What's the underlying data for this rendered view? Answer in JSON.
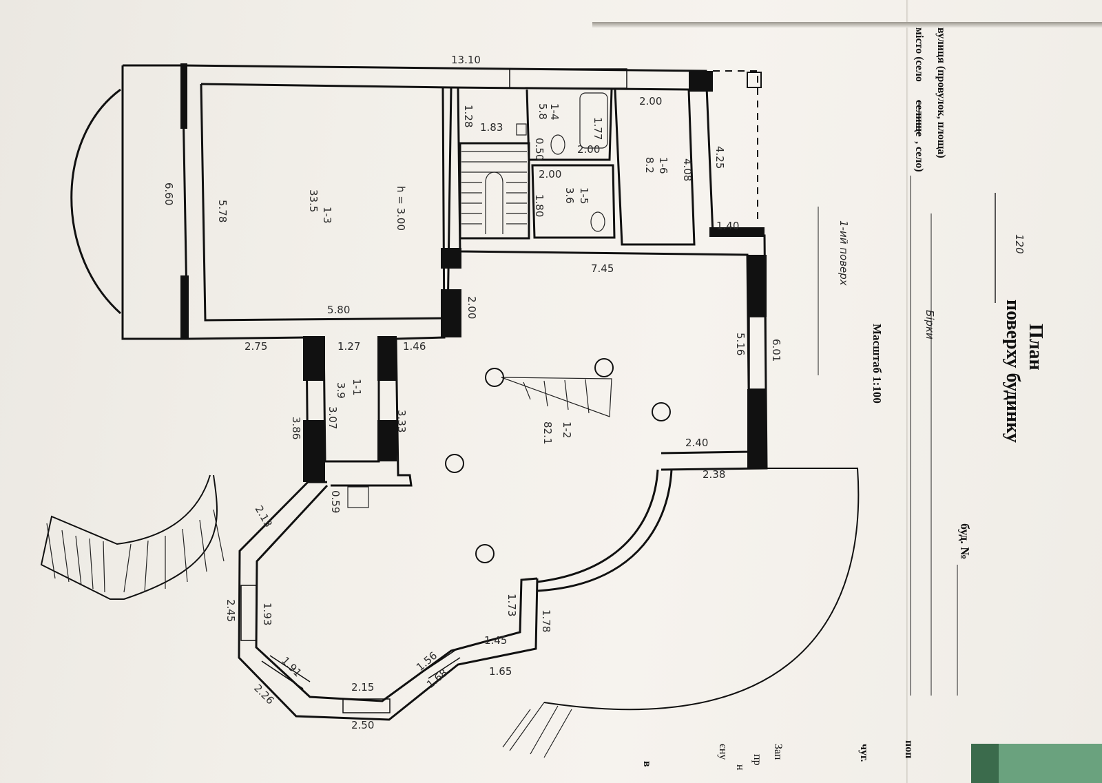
{
  "form": {
    "street_label": "вулиця (провулок, площа)",
    "city_label": "місто (село",
    "city_label_struck": "селище",
    "city_label_end": ", село)",
    "city_value": "Бірки",
    "building_label": "буд. №",
    "building_value": "120",
    "title_line1": "План",
    "title_line2": "поверху будинку",
    "floor_value": "1-ий поверх",
    "scale_label": "Масштаб 1:100"
  },
  "rooms": [
    {
      "id": "1-1",
      "area": "3.9"
    },
    {
      "id": "1-2",
      "area": "82.1"
    },
    {
      "id": "1-3",
      "area": "33.5"
    },
    {
      "id": "1-4",
      "area": "5.8"
    },
    {
      "id": "1-5",
      "area": "3.6"
    },
    {
      "id": "1-6",
      "area": "8.2"
    }
  ],
  "height_note": "h = 3.00",
  "dimensions": {
    "d_1310": "13.10",
    "d_660": "6.60",
    "d_578": "5.78",
    "d_580": "5.80",
    "d_275": "2.75",
    "d_127": "1.27",
    "d_146": "1.46",
    "d_200a": "2.00",
    "d_128": "1.28",
    "d_183": "1.83",
    "d_050": "0.50",
    "d_177": "1.77",
    "d_200b": "2.00",
    "d_200c": "2.00",
    "d_200d": "2.00",
    "d_180": "1.80",
    "d_408": "4.08",
    "d_425": "4.25",
    "d_140": "1.40",
    "d_745": "7.45",
    "d_516": "5.16",
    "d_601": "6.01",
    "d_240": "2.40",
    "d_238": "2.38",
    "d_386": "3.86",
    "d_307": "3.07",
    "d_333": "3.33",
    "d_059": "0.59",
    "d_213": "2.13",
    "d_245": "2.45",
    "d_193": "1.93",
    "d_191": "1.91",
    "d_226": "2.26",
    "d_215": "2.15",
    "d_250": "2.50",
    "d_156": "1.56",
    "d_168": "1.68",
    "d_145": "1.45",
    "d_165": "1.65",
    "d_173": "1.73",
    "d_178": "1.78"
  },
  "right_page_fragments": [
    "поп",
    "чуг.",
    "Зап",
    "пр",
    "н",
    "єну",
    "в"
  ]
}
